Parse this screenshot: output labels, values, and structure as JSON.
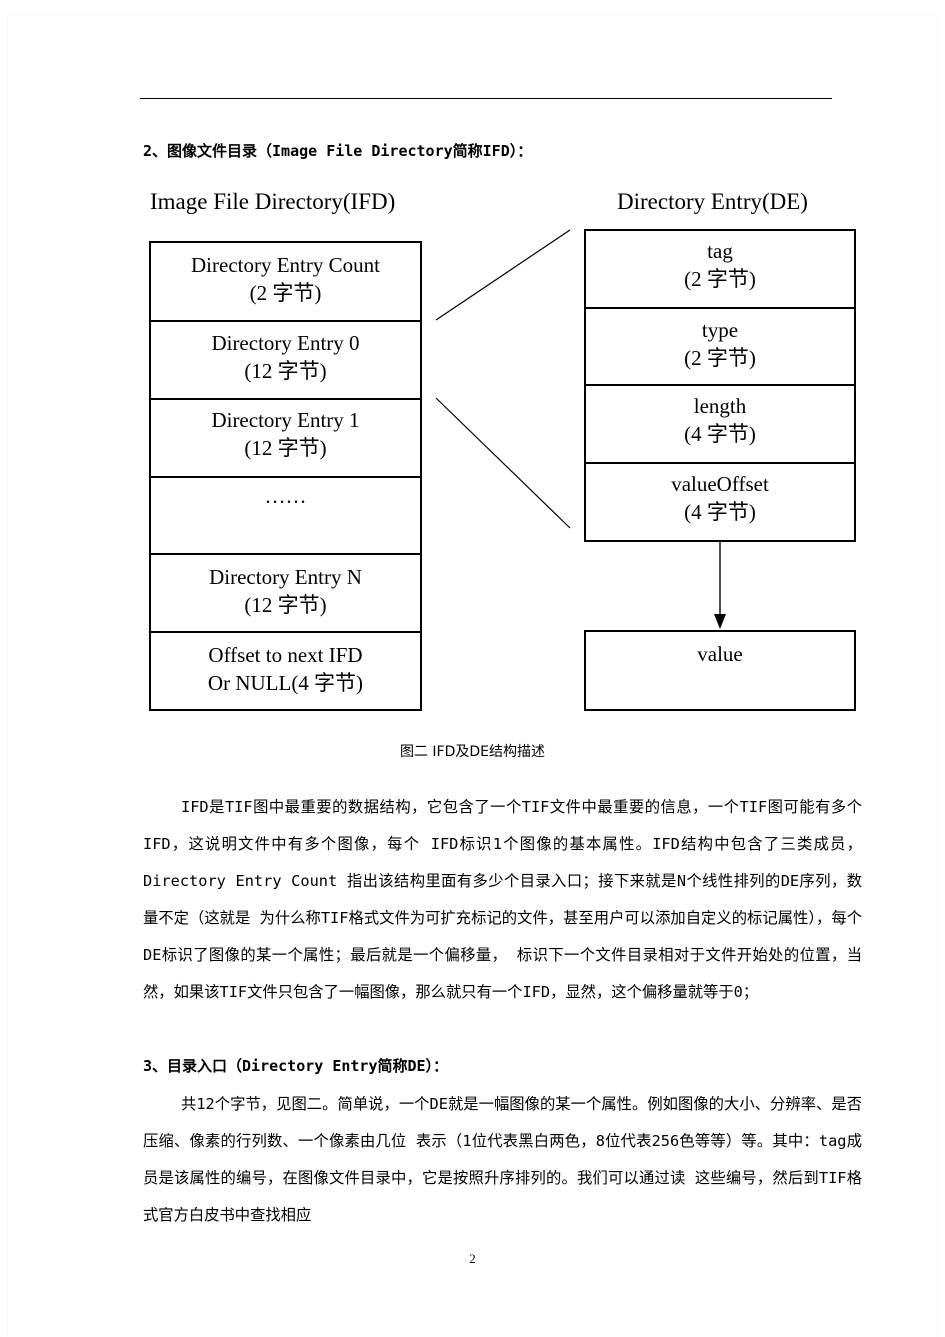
{
  "section2_heading": "2、图像文件目录（Image File Directory简称IFD）：",
  "diagram": {
    "ifd_title": "Image File Directory(IFD)",
    "de_title": "Directory Entry(DE)",
    "ifd_rows": [
      {
        "line1": "Directory Entry Count",
        "line2": "(2 字节)"
      },
      {
        "line1": "Directory Entry 0",
        "line2": "(12 字节)"
      },
      {
        "line1": "Directory Entry 1",
        "line2": "(12 字节)"
      },
      {
        "line1": "……",
        "line2": ""
      },
      {
        "line1": "Directory Entry N",
        "line2": "(12 字节)"
      },
      {
        "line1": "Offset to next IFD",
        "line2": "Or NULL(4 字节)"
      }
    ],
    "de_rows": [
      {
        "line1": "tag",
        "line2": "(2 字节)"
      },
      {
        "line1": "type",
        "line2": "(2 字节)"
      },
      {
        "line1": "length",
        "line2": "(4 字节)"
      },
      {
        "line1": "valueOffset",
        "line2": "(4 字节)"
      }
    ],
    "value_label": "value"
  },
  "caption": "图二 IFD及DE结构描述",
  "paragraph1": "IFD是TIF图中最重要的数据结构，它包含了一个TIF文件中最重要的信息，一个TIF图可能有多个IFD，这说明文件中有多个图像，每个 IFD标识1个图像的基本属性。IFD结构中包含了三类成员，Directory Entry Count 指出该结构里面有多少个目录入口；接下来就是N个线性排列的DE序列，数量不定（这就是 为什么称TIF格式文件为可扩充标记的文件，甚至用户可以添加自定义的标记属性），每个DE标识了图像的某一个属性；最后就是一个偏移量， 标识下一个文件目录相对于文件开始处的位置，当然，如果该TIF文件只包含了一幅图像，那么就只有一个IFD，显然，这个偏移量就等于0；",
  "section3_heading": "3、目录入口（Directory Entry简称DE）：",
  "paragraph2": "共12个字节，见图二。简单说，一个DE就是一幅图像的某一个属性。例如图像的大小、分辨率、是否压缩、像素的行列数、一个像素由几位 表示（1位代表黑白两色，8位代表256色等等）等。其中：tag成员是该属性的编号，在图像文件目录中，它是按照升序排列的。我们可以通过读 这些编号，然后到TIF格式官方白皮书中查找相应",
  "page_number": "2"
}
